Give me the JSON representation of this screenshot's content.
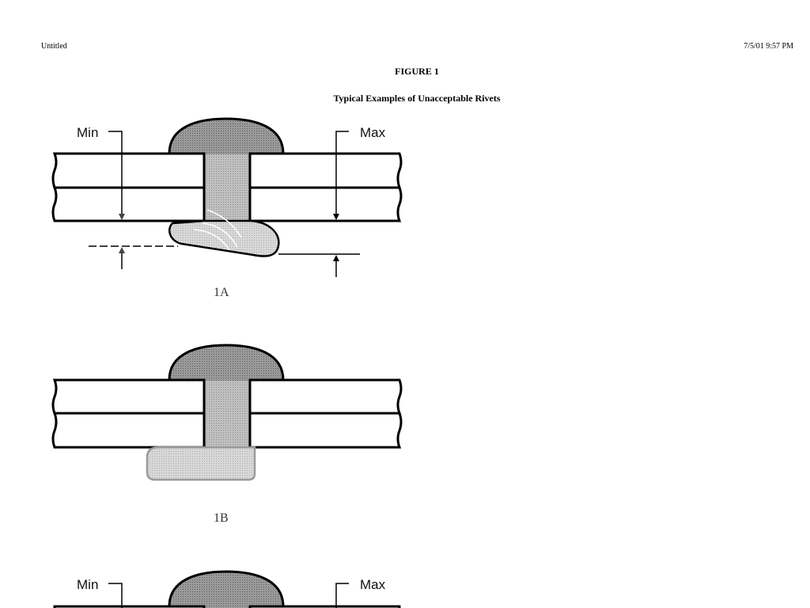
{
  "header": {
    "left": "Untitled",
    "right": "7/5/01 9:57 PM"
  },
  "figure": {
    "title": "FIGURE 1",
    "subtitle": "Typical Examples of Unacceptable Rivets"
  },
  "diagrams": [
    {
      "caption": "1A",
      "min_label": "Min",
      "max_label": "Max"
    },
    {
      "caption": "1B"
    },
    {
      "min_label": "Min",
      "max_label": "Max"
    }
  ],
  "colors": {
    "head_fill": "#8c8c8c",
    "shank_fill": "#b4b4b4",
    "tail_fill": "#cfcfcf",
    "outline": "#000000"
  }
}
